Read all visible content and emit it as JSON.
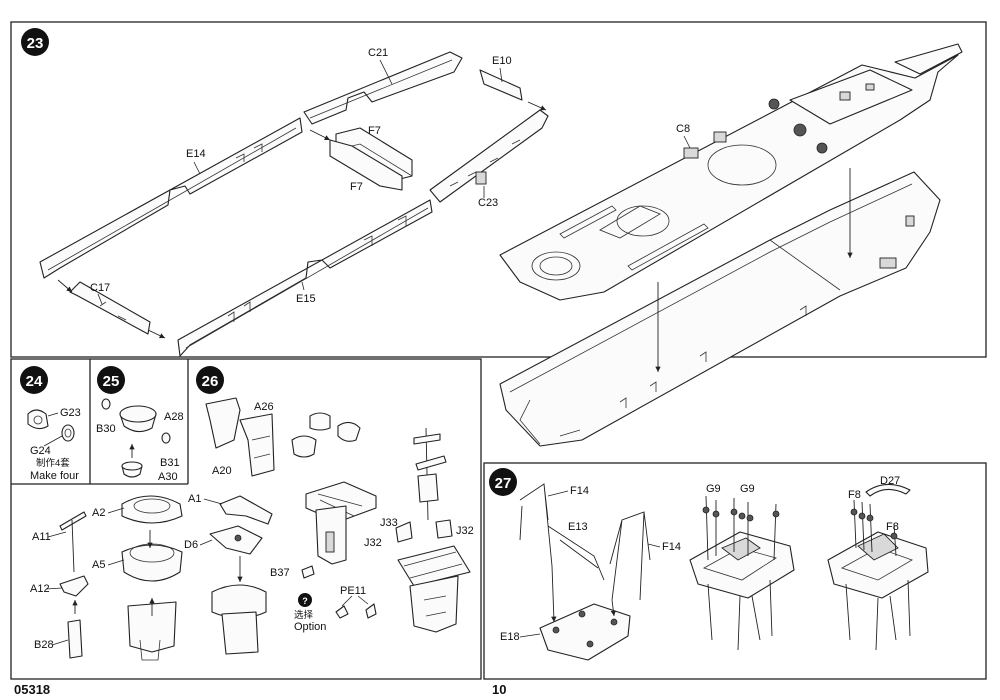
{
  "steps": {
    "s23": {
      "number": "23",
      "labels": {
        "c21": "C21",
        "e10": "E10",
        "f7a": "F7",
        "f7b": "F7",
        "e14": "E14",
        "c23": "C23",
        "c17": "C17",
        "e15": "E15",
        "c8": "C8"
      }
    },
    "s24": {
      "number": "24",
      "labels": {
        "g23": "G23",
        "g24": "G24"
      },
      "note_cn": "制作4套",
      "note_en": "Make four"
    },
    "s25": {
      "number": "25",
      "labels": {
        "a28": "A28",
        "b30": "B30",
        "b31": "B31",
        "a30": "A30"
      }
    },
    "s26": {
      "number": "26",
      "labels": {
        "a26": "A26",
        "a20": "A20",
        "a2": "A2",
        "a1": "A1",
        "a11": "A11",
        "d6": "D6",
        "a5": "A5",
        "a12": "A12",
        "b28": "B28",
        "b37": "B37",
        "j33": "J33",
        "j32a": "J32",
        "j32b": "J32",
        "pe11": "PE11"
      },
      "option_cn": "选择",
      "option_en": "Option",
      "option_mark": "?"
    },
    "s27": {
      "number": "27",
      "labels": {
        "f14a": "F14",
        "e13": "E13",
        "f14b": "F14",
        "e18": "E18",
        "g9a": "G9",
        "g9b": "G9",
        "d27": "D27",
        "f8a": "F8",
        "f8b": "F8"
      }
    }
  },
  "footer": {
    "kit_number": "05318",
    "page_number": "10"
  }
}
